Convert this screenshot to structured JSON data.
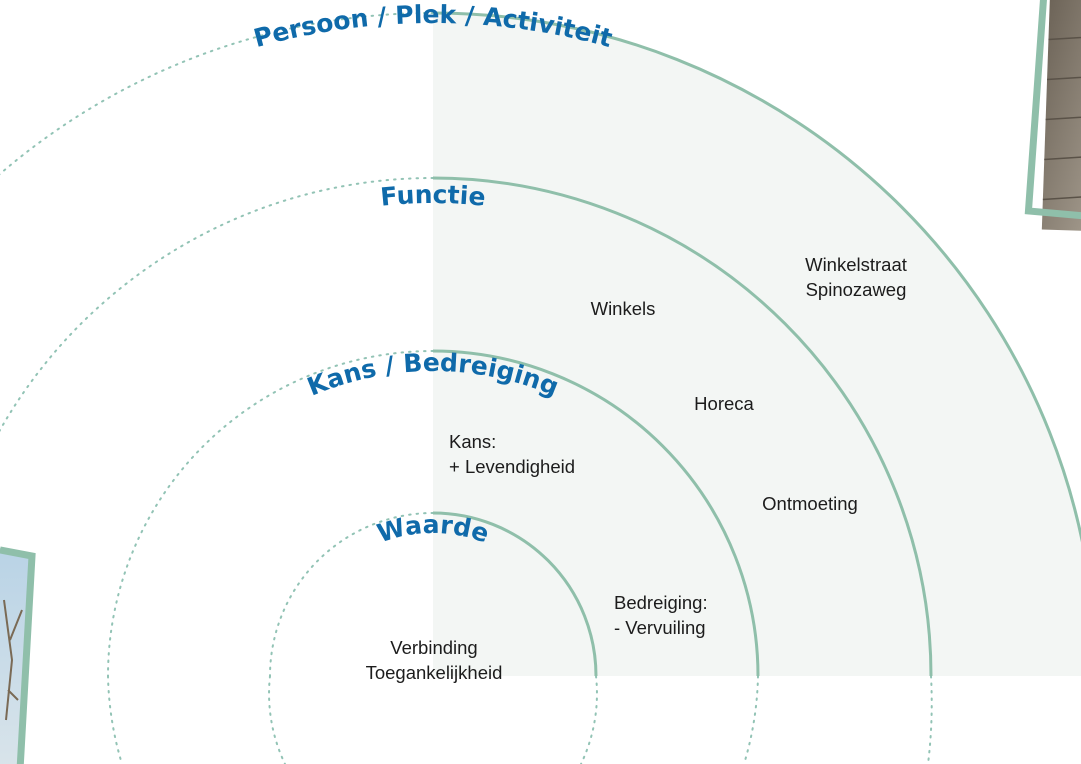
{
  "colors": {
    "accent_blue": "#0f6aaa",
    "ring_green": "#8fbfaa",
    "sector_fill": "#f3f6f4",
    "dotted": "#92c3b5"
  },
  "rings": [
    {
      "label": "Persoon / Plek / Activiteit"
    },
    {
      "label": "Functie"
    },
    {
      "label": "Kans / Bedreiging"
    },
    {
      "label": "Waarde"
    }
  ],
  "items": {
    "winkelstraat": [
      "Winkelstraat",
      "Spinozaweg"
    ],
    "winkels": "Winkels",
    "horeca": "Horeca",
    "ontmoeting": "Ontmoeting",
    "kans": [
      "Kans:",
      "+ Levendigheid"
    ],
    "bedreiging": [
      "Bedreiging:",
      "- Vervuiling"
    ],
    "waarde": [
      "Verbinding",
      "Toegankelijkheid"
    ]
  },
  "photos": [
    {
      "name": "street-photo",
      "description_icon": "photo-thumbnail"
    },
    {
      "name": "tree-photo",
      "description_icon": "photo-thumbnail"
    }
  ]
}
